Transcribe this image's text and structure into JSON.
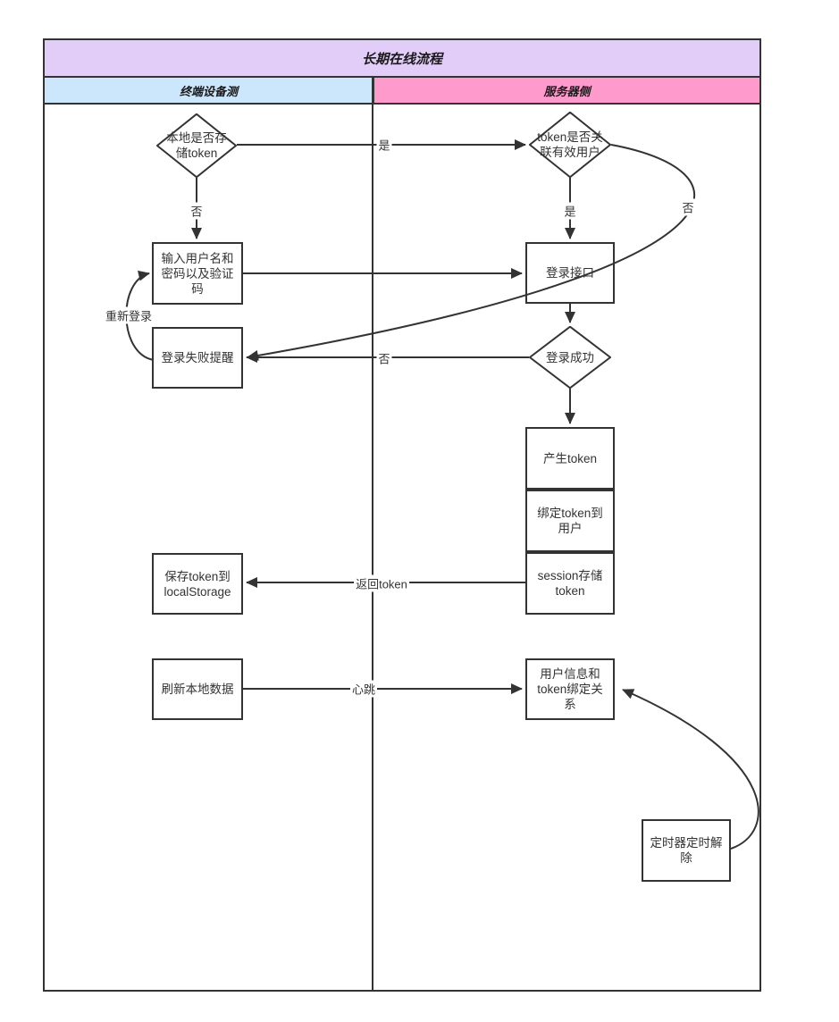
{
  "title": "长期在线流程",
  "lanes": {
    "left": "终端设备测",
    "right": "服务器侧"
  },
  "nodes": {
    "local_token_check": "本地是否存储token",
    "token_valid_user_check": "token是否关联有效用户",
    "input_credentials": "输入用户名和密码以及验证码",
    "login_fail_alert": "登录失败提醒",
    "login_api": "登录接口",
    "login_success_check": "登录成功",
    "generate_token": "产生token",
    "bind_token_to_user": "绑定token到用户",
    "session_store_token": "session存储token",
    "save_token_to_localstorage": "保存token到localStorage",
    "refresh_local_data": "刷新本地数据",
    "userinfo_token_binding": "用户信息和token绑定关系",
    "timer_unbind": "定时器定时解除"
  },
  "edge_labels": {
    "token_stored_yes": "是",
    "token_stored_no": "否",
    "token_valid_yes": "是",
    "token_valid_no": "否",
    "login_success_no": "否",
    "relogin": "重新登录",
    "return_token": "返回token",
    "heartbeat": "心跳"
  },
  "colors": {
    "title_bg": "#E2CCF8",
    "lane_left_bg": "#CCE6FB",
    "lane_right_bg": "#FF9ACD",
    "line": "#333333"
  }
}
